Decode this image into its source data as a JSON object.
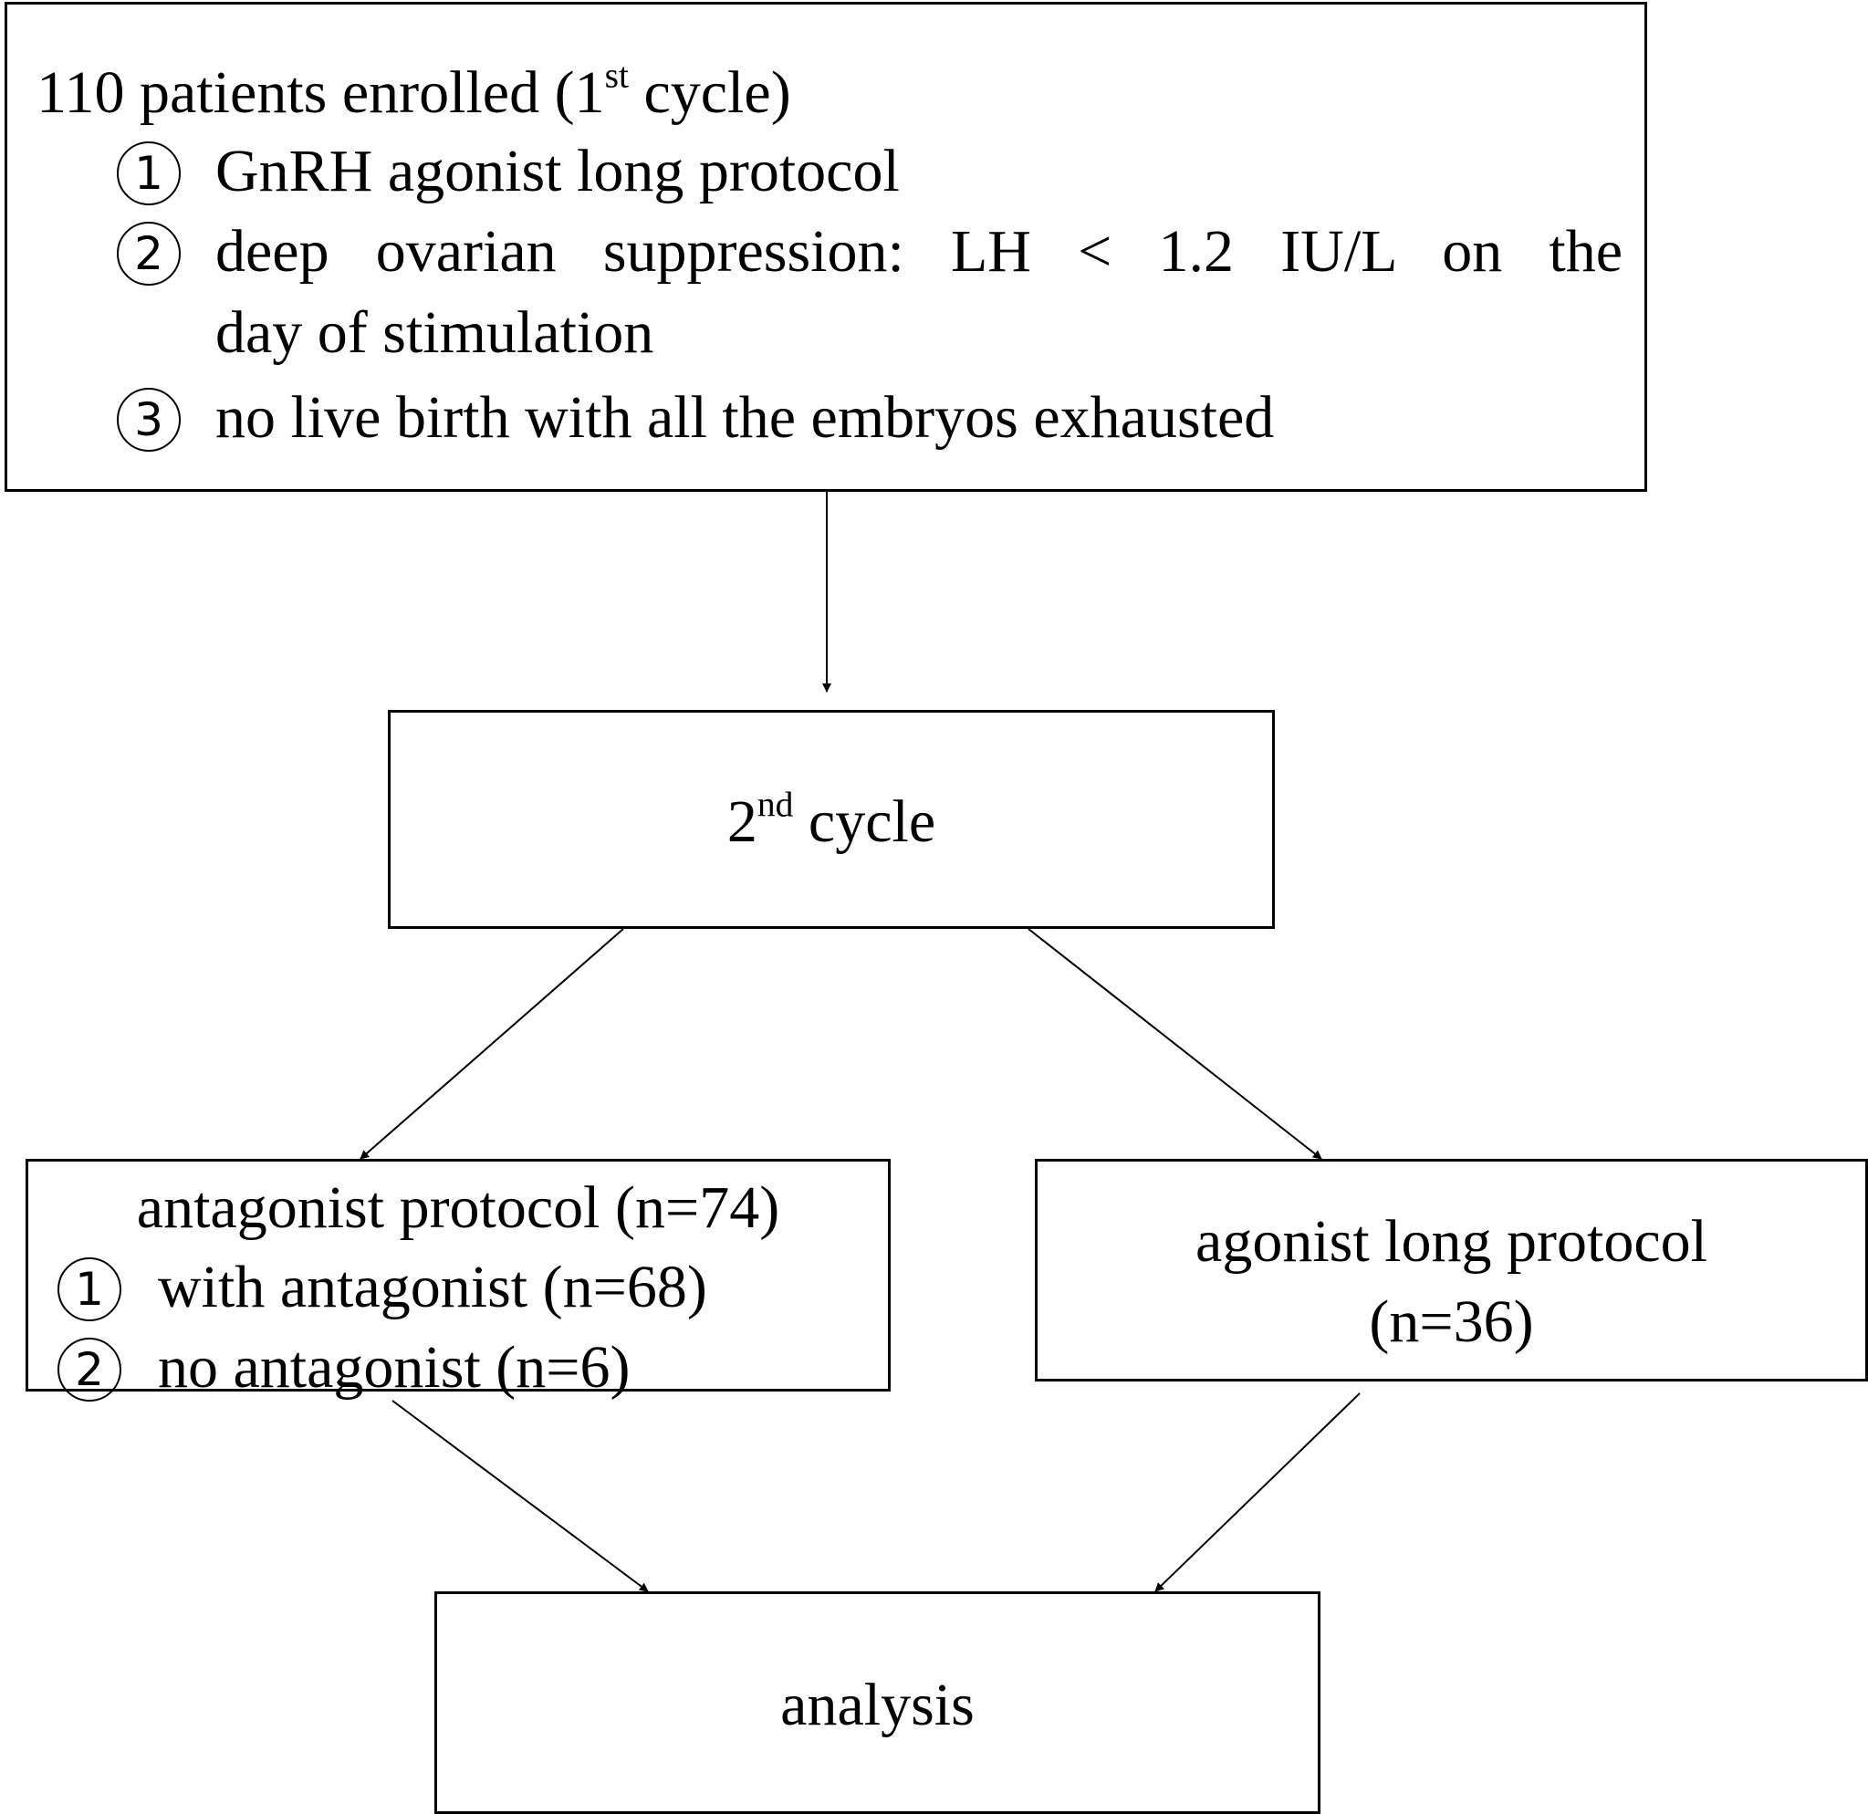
{
  "enroll": {
    "title_main": "110 patients enrolled (1",
    "title_sup": "st",
    "title_end": " cycle)",
    "items": [
      {
        "num": "1",
        "text": "GnRH agonist long protocol"
      },
      {
        "num": "2",
        "line1": "deep ovarian suppression: LH < 1.2 IU/L on the",
        "line2": "day of stimulation"
      },
      {
        "num": "3",
        "text": "no live birth with all the embryos exhausted"
      }
    ]
  },
  "second": {
    "main": "2",
    "sup": "nd",
    "end": " cycle"
  },
  "antagonist": {
    "title": "antagonist protocol (n=74)",
    "items": [
      {
        "num": "1",
        "text": "with antagonist (n=68)"
      },
      {
        "num": "2",
        "text": "no antagonist (n=6)"
      }
    ]
  },
  "agonist": {
    "line1": "agonist long protocol",
    "line2": "(n=36)"
  },
  "analysis": {
    "label": "analysis"
  }
}
